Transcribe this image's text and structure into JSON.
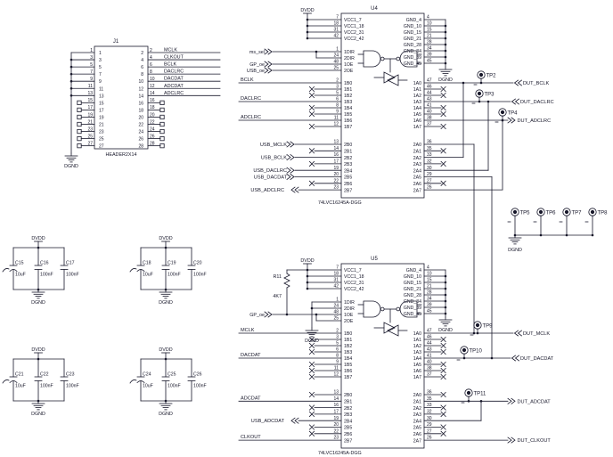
{
  "nets": {
    "dvdd": "DVDD",
    "dgnd": "DGND"
  },
  "j1": {
    "ref": "J1",
    "part": "HEADER2X14",
    "left_pins": [
      "1",
      "3",
      "5",
      "7",
      "9",
      "11",
      "13",
      "15",
      "17",
      "19",
      "21",
      "23",
      "25",
      "27"
    ],
    "right_pins": [
      "2",
      "4",
      "6",
      "8",
      "10",
      "12",
      "14",
      "16",
      "18",
      "20",
      "22",
      "24",
      "26",
      "28"
    ],
    "signals": [
      "MCLK",
      "CLKOUT",
      "BCLK",
      "DACLRC",
      "DACDAT",
      "ADCDAT",
      "ADCLRC"
    ]
  },
  "r11": {
    "ref": "R11",
    "value": "4K7"
  },
  "chips": {
    "u4": {
      "ref": "U4",
      "part": "74LVC16245A-DGG",
      "vcc": [
        {
          "pin": "7",
          "name": "VCC1_7"
        },
        {
          "pin": "18",
          "name": "VCC1_18"
        },
        {
          "pin": "31",
          "name": "VCC2_31"
        },
        {
          "pin": "42",
          "name": "VCC2_42"
        }
      ],
      "gnd": [
        {
          "pin": "4",
          "name": "GND_4"
        },
        {
          "pin": "10",
          "name": "GND_10"
        },
        {
          "pin": "15",
          "name": "GND_15"
        },
        {
          "pin": "21",
          "name": "GND_21"
        },
        {
          "pin": "28",
          "name": "GND_28"
        },
        {
          "pin": "34",
          "name": "GND_34"
        },
        {
          "pin": "39",
          "name": "GND_39"
        },
        {
          "pin": "45",
          "name": "GND_45"
        }
      ],
      "ctrl": [
        {
          "pin": "1",
          "name": "1DIR"
        },
        {
          "pin": "24",
          "name": "2DIR"
        },
        {
          "pin": "48",
          "name": "1OE"
        },
        {
          "pin": "25",
          "name": "2OE"
        }
      ],
      "ctrl_signals": [
        "ms_sel",
        "GP_oe",
        "USB_oe"
      ],
      "left1": [
        {
          "pin": "2",
          "name": "1B0",
          "signal": "BCLK"
        },
        {
          "pin": "3",
          "name": "1B1",
          "nc": true
        },
        {
          "pin": "5",
          "name": "1B2",
          "nc": true
        },
        {
          "pin": "6",
          "name": "1B3",
          "signal": "DACLRC"
        },
        {
          "pin": "8",
          "name": "1B4",
          "nc": true
        },
        {
          "pin": "9",
          "name": "1B5",
          "nc": true
        },
        {
          "pin": "11",
          "name": "1B6",
          "signal": "ADCLRC"
        },
        {
          "pin": "12",
          "name": "1B7",
          "nc": true
        }
      ],
      "left2": [
        {
          "pin": "13",
          "name": "2B0",
          "signal": "USB_MCLK",
          "chev": "in"
        },
        {
          "pin": "14",
          "name": "2B1",
          "nc": true
        },
        {
          "pin": "16",
          "name": "2B2",
          "signal": "USB_BCLK",
          "chev": "in"
        },
        {
          "pin": "17",
          "name": "2B3",
          "nc": true
        },
        {
          "pin": "19",
          "name": "2B4",
          "signal": "USB_DACLRC",
          "chev": "in"
        },
        {
          "pin": "20",
          "name": "2B5",
          "signal": "USB_DACDAT",
          "chev": "in"
        },
        {
          "pin": "22",
          "name": "2B6",
          "nc": true
        },
        {
          "pin": "23",
          "name": "2B7",
          "signal": "USB_ADCLRC",
          "chev": "out"
        }
      ],
      "right1": [
        {
          "pin": "47",
          "name": "1A0"
        },
        {
          "pin": "46",
          "name": "1A1",
          "nc": true
        },
        {
          "pin": "44",
          "name": "1A2",
          "nc": true
        },
        {
          "pin": "43",
          "name": "1A3"
        },
        {
          "pin": "41",
          "name": "1A4",
          "nc": true
        },
        {
          "pin": "40",
          "name": "1A5",
          "nc": true
        },
        {
          "pin": "38",
          "name": "1A6"
        },
        {
          "pin": "37",
          "name": "1A7",
          "nc": true
        }
      ],
      "right2": [
        {
          "pin": "36",
          "name": "2A0"
        },
        {
          "pin": "35",
          "name": "2A1",
          "nc": true
        },
        {
          "pin": "33",
          "name": "2A2"
        },
        {
          "pin": "32",
          "name": "2A3",
          "nc": true
        },
        {
          "pin": "30",
          "name": "2A4"
        },
        {
          "pin": "29",
          "name": "2A5"
        },
        {
          "pin": "27",
          "name": "2A6",
          "nc": true
        },
        {
          "pin": "26",
          "name": "2A7"
        }
      ],
      "outputs": [
        {
          "label": "DUT_BCLK",
          "tp": "TP2"
        },
        {
          "label": "DUT_DACLRC",
          "tp": "TP3"
        },
        {
          "label": "DUT_ADCLRC",
          "tp": "TP4"
        }
      ]
    },
    "u5": {
      "ref": "U5",
      "part": "74LVC16245A-DGG",
      "vcc": [
        {
          "pin": "7",
          "name": "VCC1_7"
        },
        {
          "pin": "18",
          "name": "VCC1_18"
        },
        {
          "pin": "31",
          "name": "VCC2_31"
        },
        {
          "pin": "42",
          "name": "VCC2_42"
        }
      ],
      "gnd": [
        {
          "pin": "4",
          "name": "GND_4"
        },
        {
          "pin": "10",
          "name": "GND_10"
        },
        {
          "pin": "15",
          "name": "GND_15"
        },
        {
          "pin": "21",
          "name": "GND_21"
        },
        {
          "pin": "28",
          "name": "GND_28"
        },
        {
          "pin": "34",
          "name": "GND_34"
        },
        {
          "pin": "39",
          "name": "GND_39"
        },
        {
          "pin": "45",
          "name": "GND_45"
        }
      ],
      "ctrl": [
        {
          "pin": "1",
          "name": "1DIR"
        },
        {
          "pin": "24",
          "name": "2DIR"
        },
        {
          "pin": "48",
          "name": "1OE"
        },
        {
          "pin": "25",
          "name": "2OE"
        }
      ],
      "ctrl_signals": [
        "GP_oe"
      ],
      "left1": [
        {
          "pin": "2",
          "name": "1B0",
          "signal": "MCLK"
        },
        {
          "pin": "3",
          "name": "1B1",
          "nc": true
        },
        {
          "pin": "5",
          "name": "1B2",
          "nc": true
        },
        {
          "pin": "6",
          "name": "1B3",
          "nc": true
        },
        {
          "pin": "8",
          "name": "1B4",
          "signal": "DACDAT"
        },
        {
          "pin": "9",
          "name": "1B5",
          "nc": true
        },
        {
          "pin": "11",
          "name": "1B6",
          "nc": true
        },
        {
          "pin": "12",
          "name": "1B7",
          "nc": true
        }
      ],
      "left2": [
        {
          "pin": "13",
          "name": "2B0",
          "nc": true
        },
        {
          "pin": "14",
          "name": "2B1",
          "signal": "ADCDAT"
        },
        {
          "pin": "16",
          "name": "2B2",
          "nc": true
        },
        {
          "pin": "17",
          "name": "2B3",
          "nc": true
        },
        {
          "pin": "19",
          "name": "2B4",
          "signal": "USB_ADCDAT",
          "chev": "out"
        },
        {
          "pin": "20",
          "name": "2B5",
          "nc": true
        },
        {
          "pin": "22",
          "name": "2B6",
          "nc": true
        },
        {
          "pin": "23",
          "name": "2B7",
          "signal": "CLKOUT"
        }
      ],
      "right1": [
        {
          "pin": "47",
          "name": "1A0"
        },
        {
          "pin": "46",
          "name": "1A1",
          "nc": true
        },
        {
          "pin": "44",
          "name": "1A2",
          "nc": true
        },
        {
          "pin": "43",
          "name": "1A3",
          "nc": true
        },
        {
          "pin": "41",
          "name": "1A4"
        },
        {
          "pin": "40",
          "name": "1A5",
          "nc": true
        },
        {
          "pin": "38",
          "name": "1A6",
          "nc": true
        },
        {
          "pin": "37",
          "name": "1A7",
          "nc": true
        }
      ],
      "right2": [
        {
          "pin": "36",
          "name": "2A0",
          "nc": true
        },
        {
          "pin": "35",
          "name": "2A1"
        },
        {
          "pin": "33",
          "name": "2A2",
          "nc": true
        },
        {
          "pin": "32",
          "name": "2A3",
          "nc": true
        },
        {
          "pin": "30",
          "name": "2A4"
        },
        {
          "pin": "29",
          "name": "2A5",
          "nc": true
        },
        {
          "pin": "27",
          "name": "2A6",
          "nc": true
        },
        {
          "pin": "26",
          "name": "2A7"
        }
      ],
      "outputs": [
        {
          "label": "DUT_MCLK",
          "tp": "TP9"
        },
        {
          "label": "DUT_DACDAT",
          "tp": "TP10"
        },
        {
          "label": "DUT_ADCDAT",
          "tp": "TP11"
        },
        {
          "label": "DUT_CLKOUT",
          "tp": ""
        }
      ]
    }
  },
  "caps": [
    {
      "caps": [
        {
          "ref": "C15",
          "value": "10uF"
        },
        {
          "ref": "C16",
          "value": "100nF"
        },
        {
          "ref": "C17",
          "value": "100nF"
        }
      ]
    },
    {
      "caps": [
        {
          "ref": "C18",
          "value": "10uF"
        },
        {
          "ref": "C19",
          "value": "100nF"
        },
        {
          "ref": "C20",
          "value": "100nF"
        }
      ]
    },
    {
      "caps": [
        {
          "ref": "C21",
          "value": "10uF"
        },
        {
          "ref": "C22",
          "value": "100nF"
        },
        {
          "ref": "C23",
          "value": "100nF"
        }
      ]
    },
    {
      "caps": [
        {
          "ref": "C24",
          "value": "10uF"
        },
        {
          "ref": "C25",
          "value": "100nF"
        },
        {
          "ref": "C26",
          "value": "100nF"
        }
      ]
    }
  ],
  "tp_row": [
    "TP5",
    "TP6",
    "TP7",
    "TP8"
  ]
}
